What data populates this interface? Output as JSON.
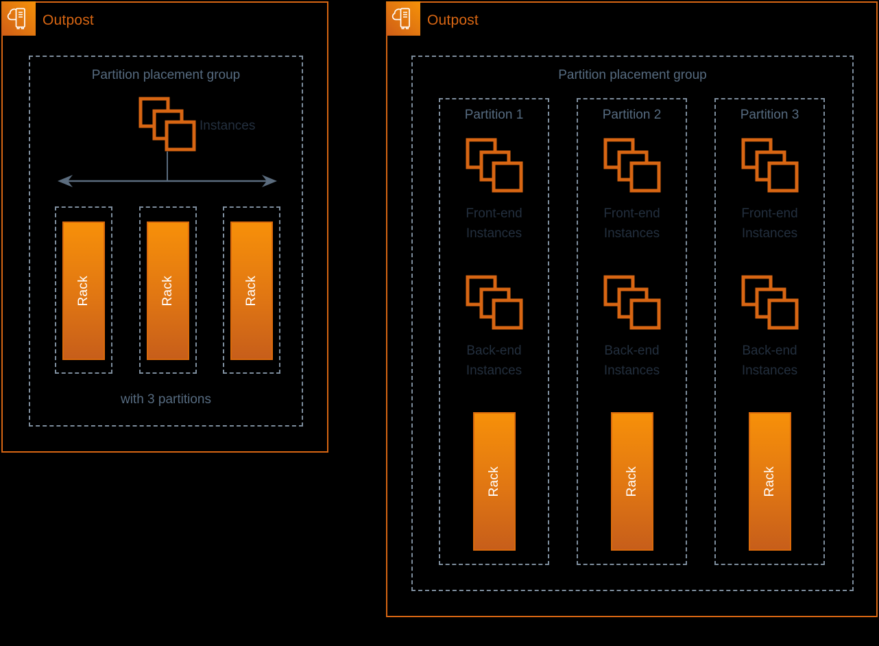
{
  "colors": {
    "background": "#000000",
    "outpost_border": "#D86613",
    "outpost_label_text": "#D86613",
    "instance_square_stroke": "#D86613",
    "dashed_border": "#7E8E9E",
    "slate_text": "#566B80",
    "navy_text": "#232F3E",
    "arrow": "#5B6C7E",
    "rack_gradient_top": "#F79009",
    "rack_gradient_bottom": "#C75E1A",
    "rack_text": "#FFFFFF",
    "outpost_icon_gradient_start": "#CF5D17",
    "outpost_icon_gradient_end": "#F59208"
  },
  "icons": {
    "outpost": "outpost-icon",
    "instances": "instances-icon",
    "double_arrow": "double-arrow-icon"
  },
  "left_outpost": {
    "label": "Outpost",
    "group_title": "Partition placement group",
    "instances_label": "Instances",
    "racks": [
      {
        "label": "Rack"
      },
      {
        "label": "Rack"
      },
      {
        "label": "Rack"
      }
    ],
    "caption": "with 3 partitions"
  },
  "right_outpost": {
    "label": "Outpost",
    "group_title": "Partition placement group",
    "partitions": [
      {
        "title": "Partition 1",
        "front_line1": "Front-end",
        "front_line2": "Instances",
        "back_line1": "Back-end",
        "back_line2": "Instances",
        "rack_label": "Rack"
      },
      {
        "title": "Partition 2",
        "front_line1": "Front-end",
        "front_line2": "Instances",
        "back_line1": "Back-end",
        "back_line2": "Instances",
        "rack_label": "Rack"
      },
      {
        "title": "Partition 3",
        "front_line1": "Front-end",
        "front_line2": "Instances",
        "back_line1": "Back-end",
        "back_line2": "Instances",
        "rack_label": "Rack"
      }
    ]
  }
}
